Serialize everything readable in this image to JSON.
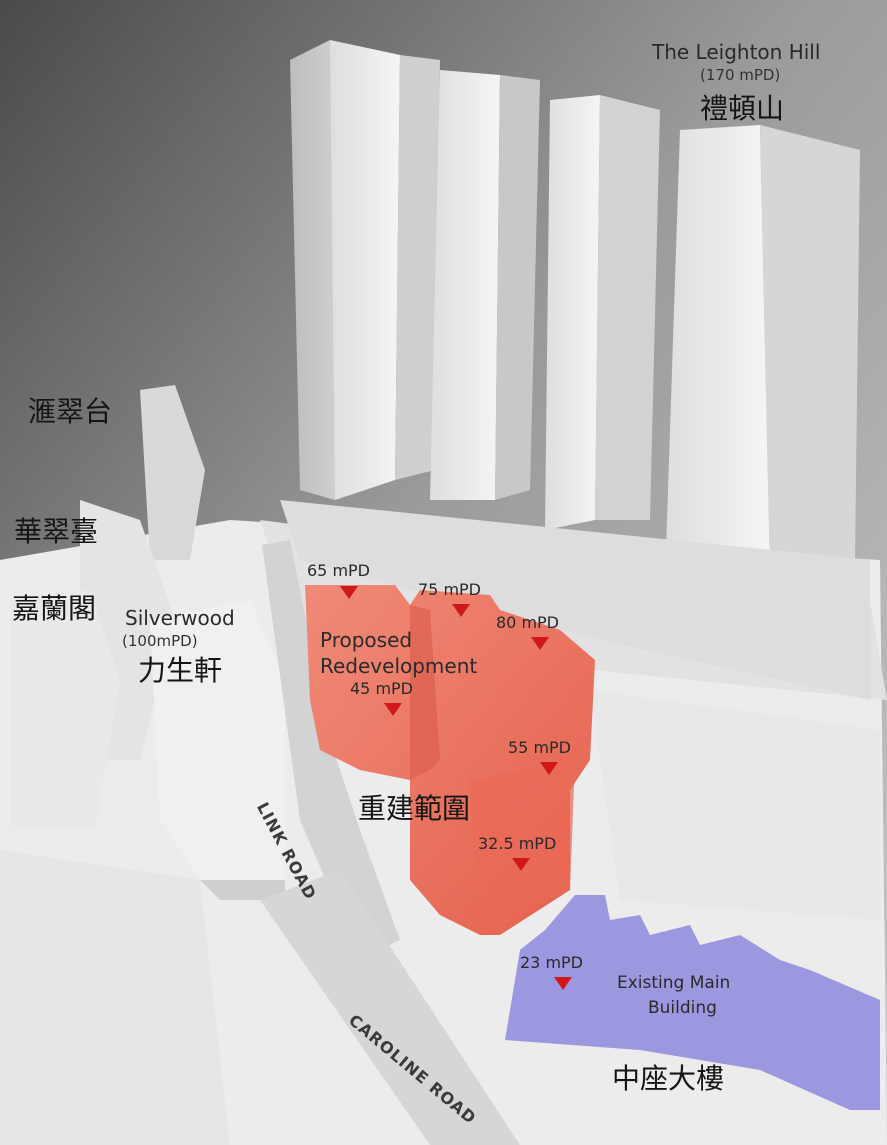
{
  "buildings": {
    "leighton_hill": {
      "name_en": "The Leighton Hill",
      "height": "(170 mPD)",
      "name_zh": "禮頓山"
    },
    "silverwood": {
      "name_en": "Silverwood",
      "height": "(100mPD)",
      "name_zh": "力生軒"
    },
    "tower_a_zh": "滙翠台",
    "tower_b_zh": "華翠臺",
    "tower_c_zh": "嘉蘭閣",
    "proposed": {
      "line1": "Proposed",
      "line2": "Redevelopment",
      "name_zh": "重建範圍",
      "color": "#ee7b6a"
    },
    "existing": {
      "line1": "Existing Main",
      "line2": "Building",
      "name_zh": "中座大樓",
      "color": "#9c98e0"
    }
  },
  "roads": {
    "link_road": "LINK ROAD",
    "caroline_road": "CAROLINE ROAD"
  },
  "height_markers": [
    "65 mPD",
    "75 mPD",
    "80 mPD",
    "45 mPD",
    "55 mPD",
    "32.5 mPD",
    "23 mPD"
  ],
  "marker_color": "#d01818"
}
